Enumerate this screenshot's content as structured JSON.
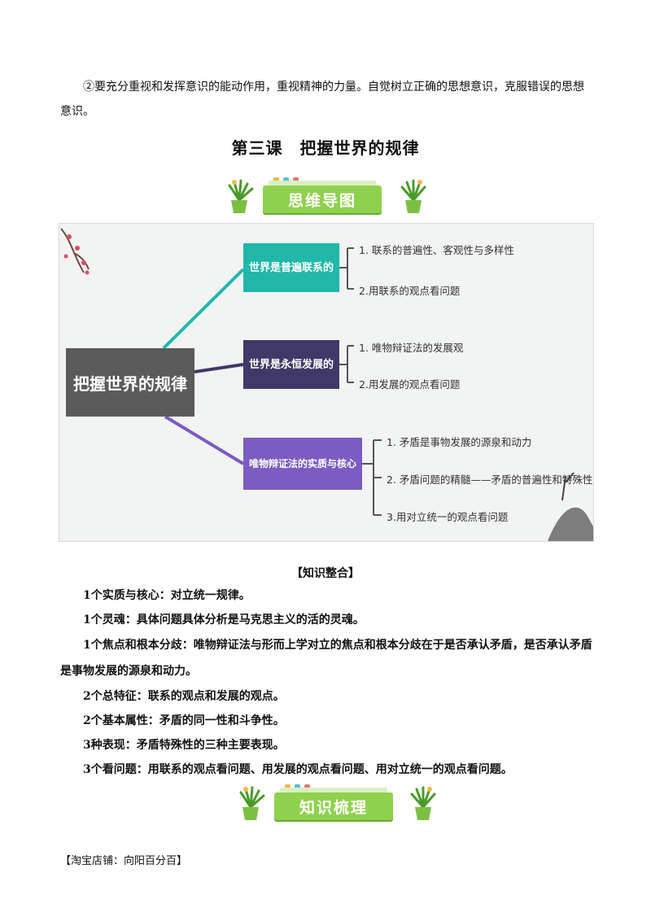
{
  "intro_text": "②要充分重视和发挥意识的能动作用，重视精神的力量。自觉树立正确的思想意识，克服错误的思想意识。",
  "lesson_title": "第三课　把握世界的规律",
  "banner1": {
    "label": "思维导图"
  },
  "mind_map": {
    "center": "把握世界的规律",
    "branches": [
      {
        "label": "世界是普遍联系的",
        "color": "#21b8a9",
        "leaves": [
          "1. 联系的普遍性、客观性与多样性",
          "2.用联系的观点看问题"
        ]
      },
      {
        "label": "世界是永恒发展的",
        "color": "#403867",
        "leaves": [
          "1. 唯物辩证法的发展观",
          "2.用发展的观点看问题"
        ]
      },
      {
        "label": "唯物辩证法的实质与核心",
        "color": "#7a5cc2",
        "leaves": [
          "1. 矛盾是事物发展的源泉和动力",
          "2. 矛盾问题的精髓——矛盾的普遍性和特殊性",
          "3.用对立统一的观点看问题"
        ]
      }
    ]
  },
  "knowledge_heading": "【知识整合】",
  "knowledge_items": [
    "1个实质与核心：对立统一规律。",
    "1个灵魂：具体问题具体分析是马克思主义的活的灵魂。",
    "1个焦点和根本分歧：唯物辩证法与形而上学对立的焦点和根本分歧在于是否承认矛盾，是否承认矛盾是事物发展的源泉和动力。",
    "2个总特征：联系的观点和发展的观点。",
    "2个基本属性：矛盾的同一性和斗争性。",
    "3种表现：矛盾特殊性的三种主要表现。",
    "3个看问题：用联系的观点看问题、用发展的观点看问题、用对立统一的观点看问题。"
  ],
  "banner2": {
    "label": "知识梳理"
  },
  "footer": "【淘宝店铺：向阳百分百】",
  "colors": {
    "banner_green": "#8fd14f",
    "center_gray": "#5b5b5b"
  }
}
